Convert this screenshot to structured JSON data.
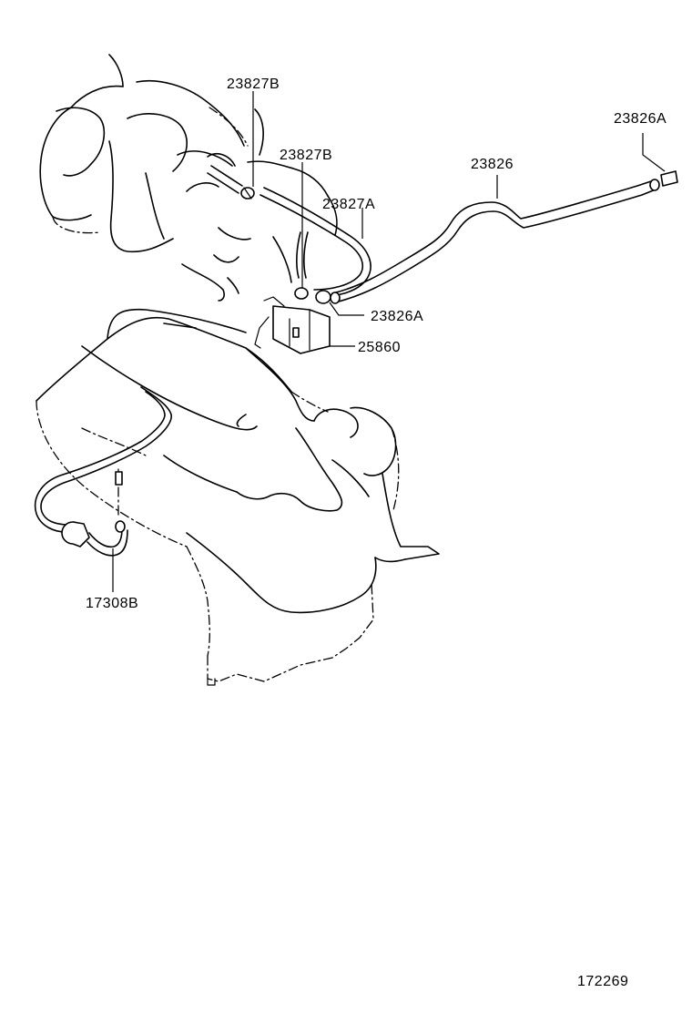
{
  "callouts": {
    "c1": "23827B",
    "c2": "23827B",
    "c3": "23827A",
    "c4": "23826",
    "c5": "23826A",
    "c6": "23826A",
    "c7": "25860",
    "c8": "17308B"
  },
  "illustration_number": "172269"
}
